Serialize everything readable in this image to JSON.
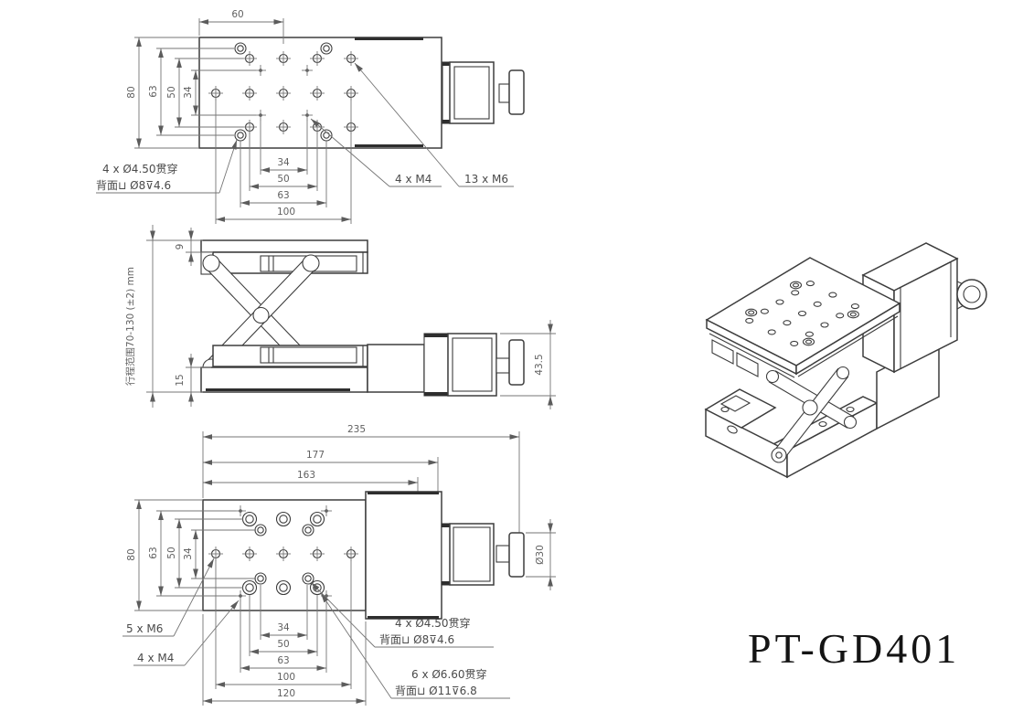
{
  "product": {
    "model": "PT-GD401"
  },
  "top_view": {
    "dim_width_top": "60",
    "dims_left": {
      "d80": "80",
      "d63": "63",
      "d50": "50",
      "d34": "34"
    },
    "dims_bottom": {
      "d34": "34",
      "d50": "50",
      "d63": "63",
      "d100": "100"
    },
    "note_counterbore_l1": "4 x Ø4.50贯穿",
    "note_counterbore_l2": "背面⊔ Ø8⊽4.6",
    "note_m4": "4 x M4",
    "note_m6": "13 x M6"
  },
  "front_view": {
    "travel_note": "行程范围70-130 (±2) mm",
    "dim_plate_thickness": "9",
    "dim_base_height": "15",
    "dim_motor_height": "43.5"
  },
  "bottom_view": {
    "dims_top": {
      "d235": "235",
      "d177": "177",
      "d163": "163"
    },
    "dims_left": {
      "d80": "80",
      "d63": "63",
      "d50": "50",
      "d34": "34"
    },
    "dims_bottom": {
      "d34": "34",
      "d50": "50",
      "d63": "63",
      "d100": "100",
      "d120": "120"
    },
    "dim_knob_diameter": "Ø30",
    "note_m6": "5 x M6",
    "note_m4": "4 x M4",
    "note_cb_small_l1": "4 x Ø4.50贯穿",
    "note_cb_small_l2": "背面⊔ Ø8⊽4.6",
    "note_cb_large_l1": "6 x Ø6.60贯穿",
    "note_cb_large_l2": "背面⊔ Ø11⊽6.8"
  }
}
